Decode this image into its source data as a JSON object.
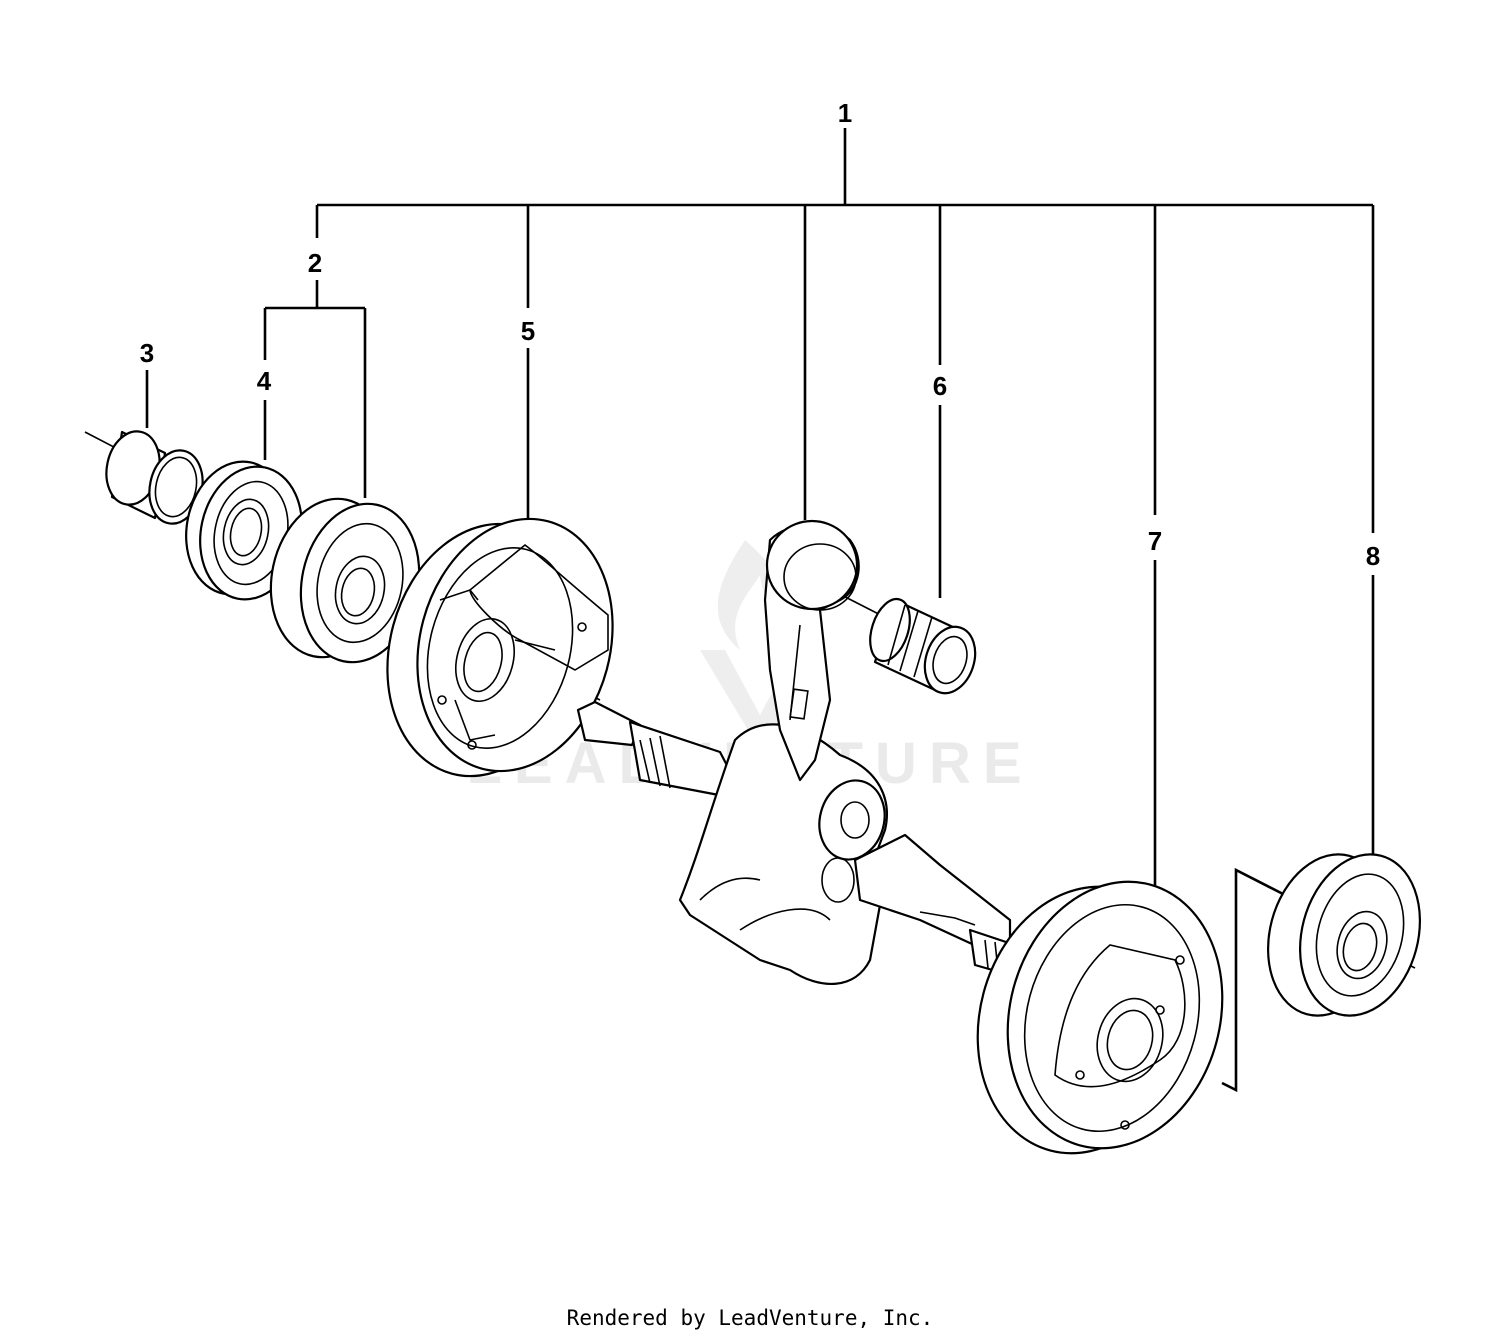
{
  "callouts": {
    "c1": "1",
    "c2": "2",
    "c3": "3",
    "c4": "4",
    "c5": "5",
    "c6": "6",
    "c7": "7",
    "c8": "8"
  },
  "watermark": {
    "text": "LEADVENTURE"
  },
  "footer": {
    "text": "Rendered by LeadVenture, Inc."
  }
}
